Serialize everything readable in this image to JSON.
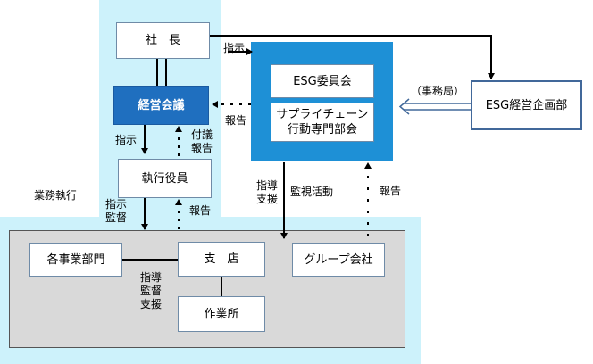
{
  "nodes": {
    "president": "社　長",
    "management_meeting": "経営会議",
    "executive_officers": "執行役員",
    "esg_committee": "ESG委員会",
    "supply_chain_subcommittee_line1": "サプライチェーン",
    "supply_chain_subcommittee_line2": "行動専門部会",
    "esg_planning_dept": "ESG経営企画部",
    "business_divisions": "各事業部門",
    "branch": "支　店",
    "group_companies": "グループ会社",
    "work_site": "作業所"
  },
  "labels": {
    "instruction_top": "指示",
    "report_to_meeting": "報告",
    "secretariat": "（事務局）",
    "instruction_left": "指示",
    "attach_line1": "付議",
    "attach_line2": "報告",
    "business_execution": "業務執行",
    "instruct_supervise_line1": "指示",
    "instruct_supervise_line2": "監督",
    "report_exec": "報告",
    "guidance_line1": "指導",
    "guidance_line2": "支援",
    "monitoring": "監視活動",
    "report_right": "報告",
    "branch_guidance_line1": "指導",
    "branch_guidance_line2": "監督",
    "branch_guidance_line3": "支援"
  },
  "colors": {
    "light_cyan": "#cdf2fb",
    "esg_blue": "#1e90d6",
    "meeting_blue": "#1f6fbf",
    "gray_panel": "#d9d9d9",
    "box_border": "#6f8ba7",
    "planning_border": "#41689a",
    "arrow_dark": "#000000"
  }
}
